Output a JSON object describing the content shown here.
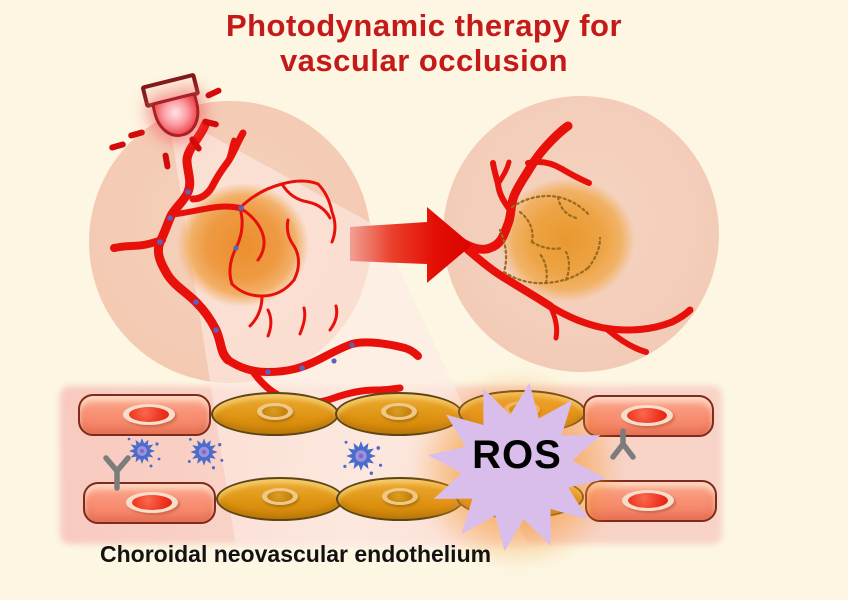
{
  "title": {
    "line1": "Photodynamic therapy for",
    "line2": "vascular occlusion",
    "color": "#C41A1A"
  },
  "caption": {
    "text": "Choroidal neovascular endothelium",
    "color": "#121212"
  },
  "ros": {
    "label": "ROS",
    "star_color": "#D9BEEC",
    "glow_color": "#F28C1A",
    "text_color": "#000000"
  },
  "figure": {
    "left_panel": {
      "name": "fundus-before-occlusion",
      "circle_color": "#F4CBB4",
      "lesion_color": "#EC8E2D",
      "vessel_color": "#E8100A",
      "photosensitizer_dot_color": "#5E60C0"
    },
    "right_panel": {
      "name": "fundus-after-occlusion",
      "circle_color": "#F3CDB9",
      "lesion_color": "#E8982E",
      "vessel_color": "#E8100A",
      "occluded_vessel_color": "#9A6A20"
    },
    "laser": {
      "ray_color": "#D30A0C",
      "beam_color": "rgba(253,235,228,0.6)"
    },
    "arrow": {
      "color_start": "#F2A094",
      "color_end": "#D90301"
    },
    "endothelium": {
      "pink_cell_color": "#F89074",
      "endothelial_cell_color": "#DE9210",
      "receptor_color": "#7C7C7C",
      "photosensitizer_particle_color": "#4A6CCC",
      "band_color": "#F9D2C6"
    }
  }
}
